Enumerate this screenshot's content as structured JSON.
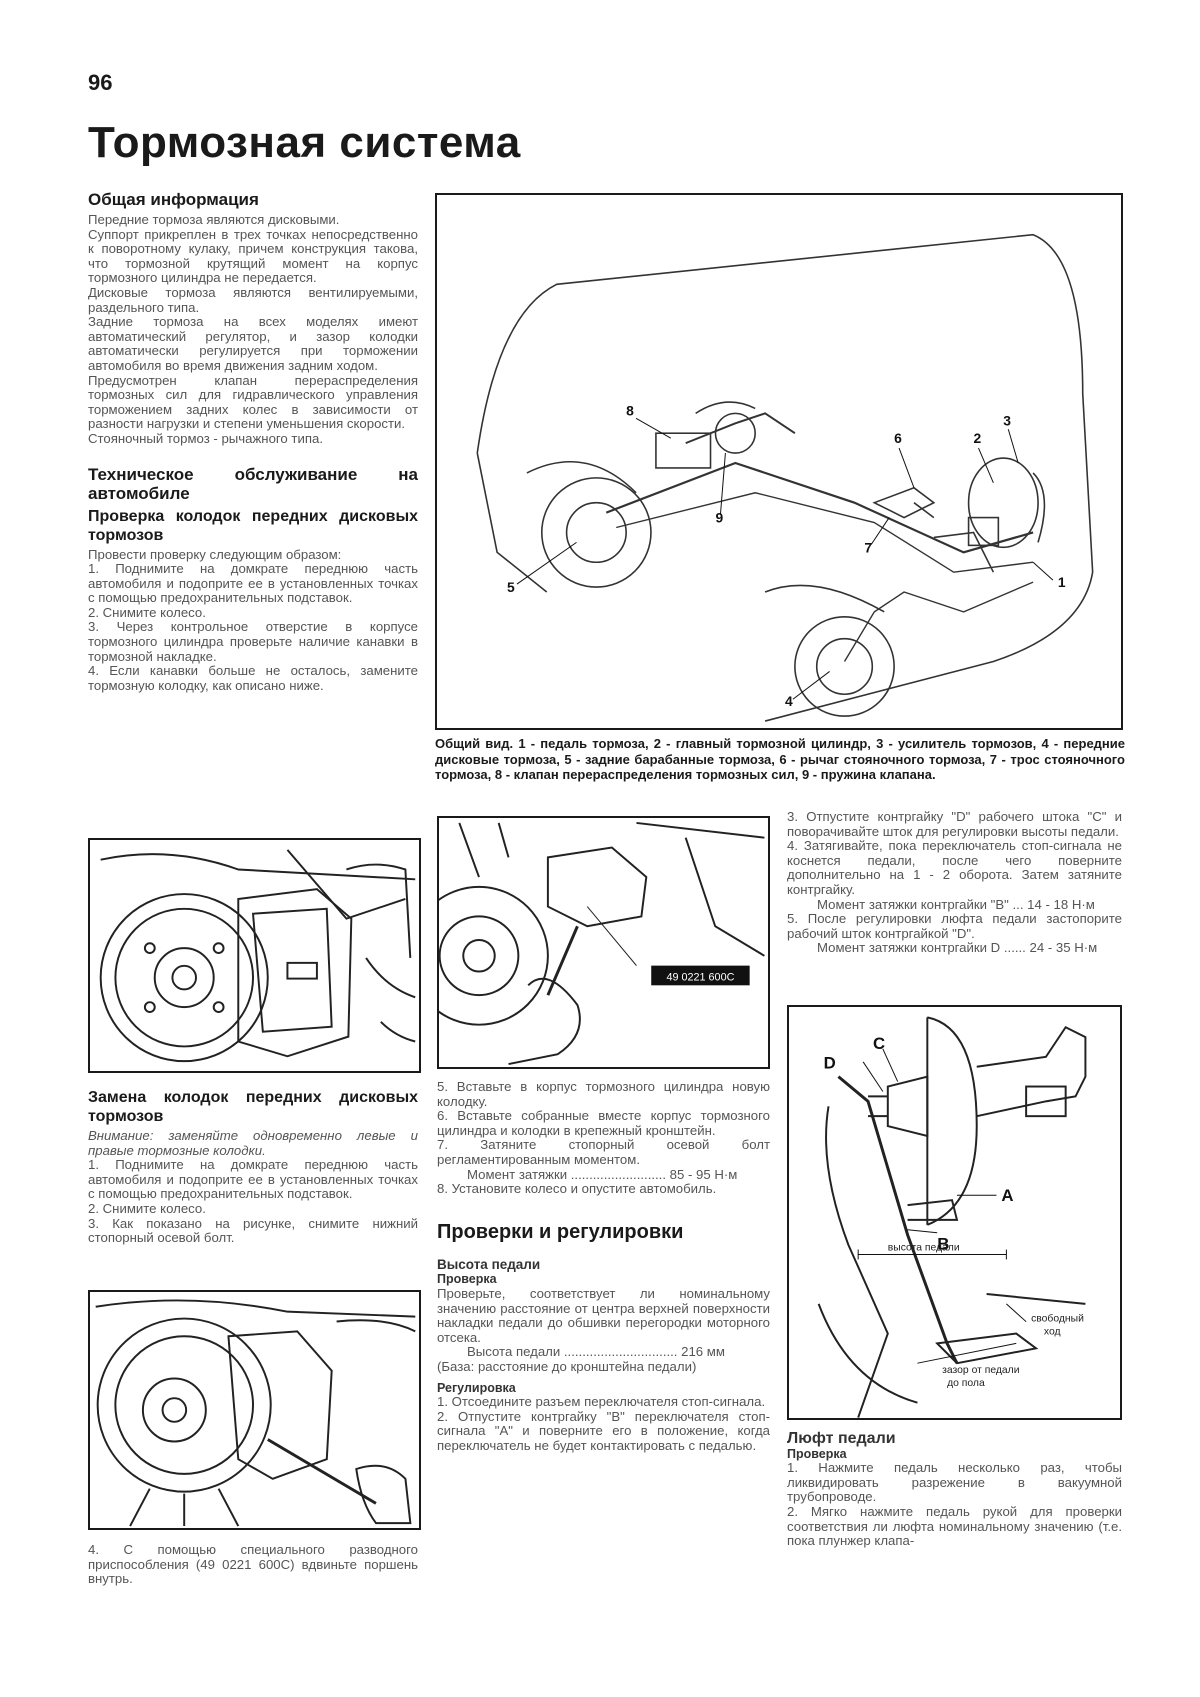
{
  "page_number": "96",
  "page_title": "Тормозная система",
  "col1": {
    "general_heading": "Общая информация",
    "general_paras": [
      "Передние тормоза являются дисковыми.",
      "Суппорт прикреплен в трех точках непосредственно к поворотному кулаку, причем конструкция такова, что тормозной крутящий момент на корпус тормозного цилиндра не передается.",
      "Дисковые тормоза являются вентилируемыми, раздельного типа.",
      "Задние тормоза на всех моделях имеют автоматический регулятор, и зазор колодки автоматически регулируется при торможении автомобиля во время движения задним ходом.",
      "Предусмотрен клапан перераспределения тормозных сил для гидравлического управления торможением задних колес в зависимости от разности нагрузки и степени уменьшения скорости.",
      "Стояночный тормоз - рычажного типа."
    ],
    "service_heading": "Техническое обслуживание на автомобиле",
    "check_heading": "Проверка колодок передних дисковых тормозов",
    "check_paras": [
      "Провести проверку следующим образом:",
      "1. Поднимите на домкрате переднюю часть автомобиля и подоприте ее в установленных точках с помощью предохранительных подставок.",
      "2. Снимите колесо.",
      "3. Через контрольное отверстие в корпусе тормозного цилиндра проверьте наличие канавки в тормозной накладке.",
      "4. Если канавки больше не осталось, замените тормозную колодку, как описано ниже."
    ],
    "replace_heading": "Замена колодок передних дисковых тормозов",
    "replace_note": "Внимание: заменяйте одновременно левые и правые тормозные колодки.",
    "replace_paras": [
      "1. Поднимите на домкрате переднюю часть автомобиля и подоприте ее в установленных точках с помощью предохранительных подставок.",
      "2. Снимите колесо.",
      "3. Как показано на рисунке, снимите нижний стопорный осевой болт."
    ],
    "step4": "4. С помощью специального разводного приспособления (49 0221 600C) вдвиньте поршень внутрь."
  },
  "main_figure": {
    "callouts": [
      "1",
      "2",
      "3",
      "4",
      "5",
      "6",
      "7",
      "8",
      "9"
    ],
    "caption": "Общий вид. 1 - педаль тормоза, 2 - главный тормозной цилиндр, 3 - усилитель тормозов, 4 - передние дисковые тормоза, 5 - задние барабанные тормоза, 6 - рычаг стояночного тормоза, 7 - трос стояночного тормоза, 8 - клапан перераспределения тормозных сил, 9 - пружина клапана."
  },
  "tool_figure": {
    "tool_label": "49 0221 600C"
  },
  "col2": {
    "steps": [
      "5. Вставьте в корпус тормозного цилиндра новую колодку.",
      "6. Вставьте собранные вместе корпус тормозного цилиндра и колодки в крепежный кронштейн.",
      "7. Затяните стопорный осевой болт регламентированным моментом."
    ],
    "torque1": "Момент затяжки .......................... 85 - 95 Н·м",
    "step8": "8. Установите колесо и опустите автомобиль.",
    "checks_heading": "Проверки и регулировки",
    "pedal_height_heading": "Высота педали",
    "check_label": "Проверка",
    "check_text": "Проверьте, соответствует ли номинальному значению расстояние от центра верхней поверхности накладки педали до обшивки перегородки моторного отсека.",
    "pedal_height_value": "Высота педали ............................... 216 мм",
    "base_note": "(База: расстояние до кронштейна педали)",
    "adjust_label": "Регулировка",
    "adjust_paras": [
      "1. Отсоедините разъем переключателя стоп-сигнала.",
      "2. Отпустите контргайку \"B\" переключателя стоп-сигнала \"A\" и поверните его в положение, когда переключатель не будет контактировать с педалью."
    ]
  },
  "col3": {
    "paras": [
      "3. Отпустите контргайку \"D\" рабочего штока \"C\" и поворачивайте шток для регулировки высоты педали.",
      "4. Затягивайте, пока переключатель стоп-сигнала не коснется педали, после чего поверните дополнительно на 1 - 2 оборота. Затем затяните контргайку."
    ],
    "torque_b": "Момент затяжки контргайки \"B\" ... 14 - 18 Н·м",
    "para5": "5. После регулировки люфта педали застопорите рабочий шток контргайкой \"D\".",
    "torque_d": "Момент затяжки контргайки D ...... 24 - 35 Н·м",
    "free_play_heading": "Люфт педали",
    "check_label": "Проверка",
    "free_play_paras": [
      "1. Нажмите педаль несколько раз, чтобы ликвидировать разрежение в вакуумной трубопроводе.",
      "2. Мягко нажмите педаль рукой для проверки соответствия ли люфта номинальному значению (т.е. пока плунжер клапа-"
    ]
  },
  "pedal_figure": {
    "label_a": "A",
    "label_b": "B",
    "label_c": "C",
    "label_d": "D",
    "pedal_height": "высота педали",
    "free_travel_1": "свободный",
    "free_travel_2": "ход",
    "floor_gap_1": "зазор от педали",
    "floor_gap_2": "до пола"
  }
}
